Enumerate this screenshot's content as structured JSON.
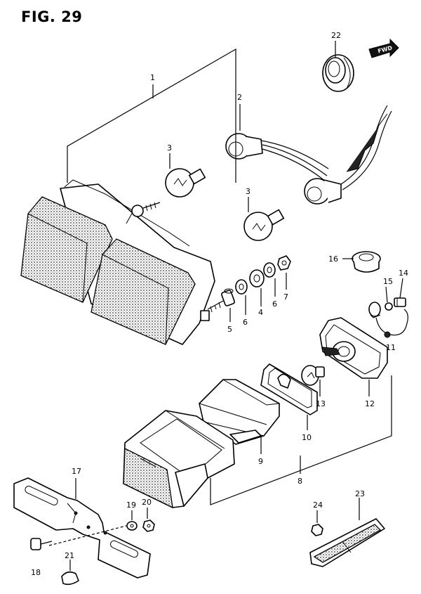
{
  "figure": {
    "title": "FIG. 29"
  },
  "forward_marker": {
    "label": "FWD"
  },
  "callouts": [
    "1",
    "2",
    "3",
    "3",
    "4",
    "5",
    "6",
    "6",
    "7",
    "8",
    "9",
    "10",
    "11",
    "12",
    "13",
    "14",
    "15",
    "16",
    "17",
    "18",
    "19",
    "20",
    "21",
    "22",
    "23",
    "24"
  ],
  "colors": {
    "ink": "#000000",
    "paper": "#ffffff",
    "shade": "#555555"
  }
}
